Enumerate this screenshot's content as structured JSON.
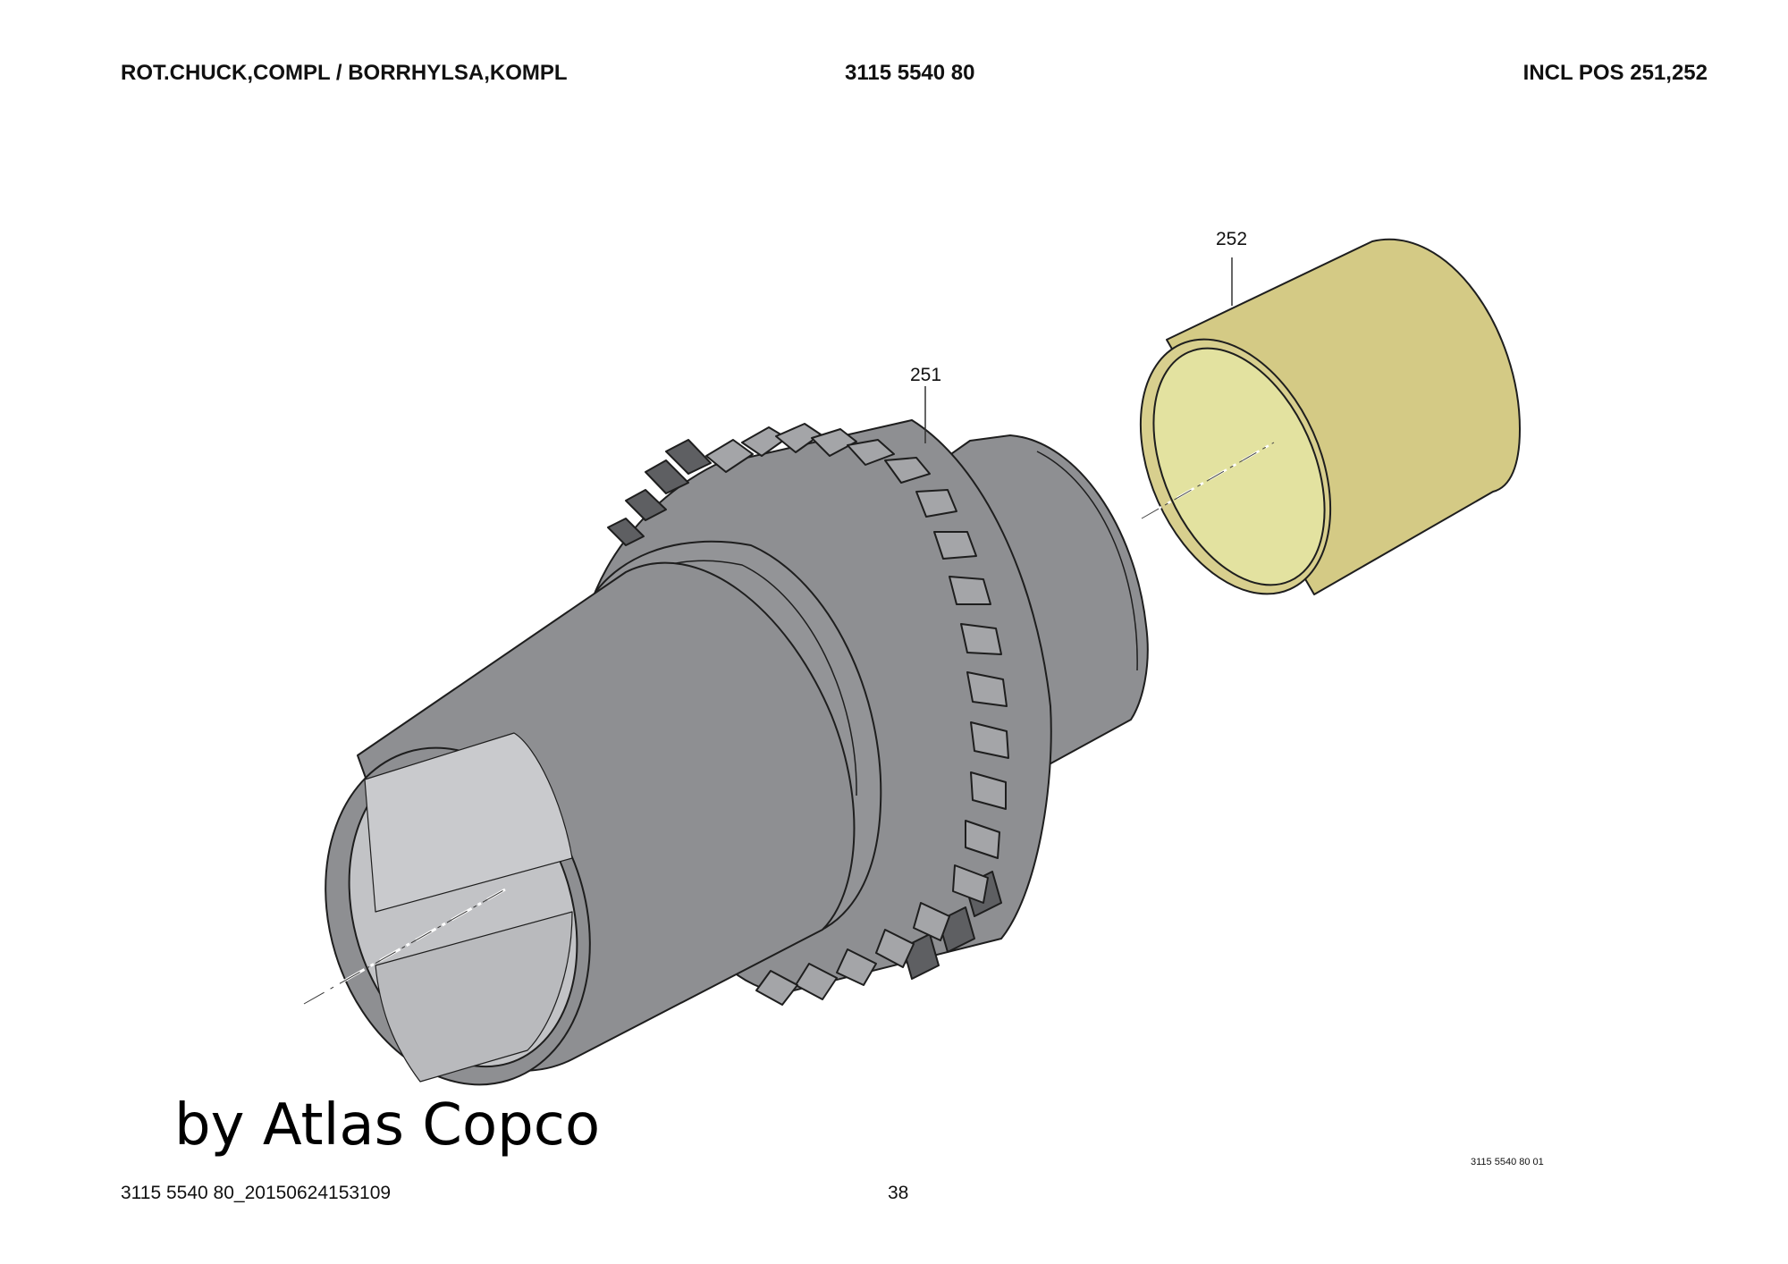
{
  "header": {
    "title": "ROT.CHUCK,COMPL / BORRHYLSA,KOMPL",
    "part_number": "3115 5540 80",
    "note": "INCL POS 251,252"
  },
  "callouts": [
    {
      "label": "251"
    },
    {
      "label": "252"
    }
  ],
  "watermark": "by Atlas Copco",
  "figure_id": "3115 5540 80 01",
  "footer": {
    "document_id": "3115 5540 80_20150624153109",
    "page": "38"
  },
  "colors": {
    "chuck_body": "#8e8f92",
    "chuck_bore": "#c2c3c6",
    "gear_teeth": "#9a9b9e",
    "bushing_outer": "#d4ca85",
    "bushing_inner": "#e3e2a0",
    "outline": "#1e1e1e"
  }
}
